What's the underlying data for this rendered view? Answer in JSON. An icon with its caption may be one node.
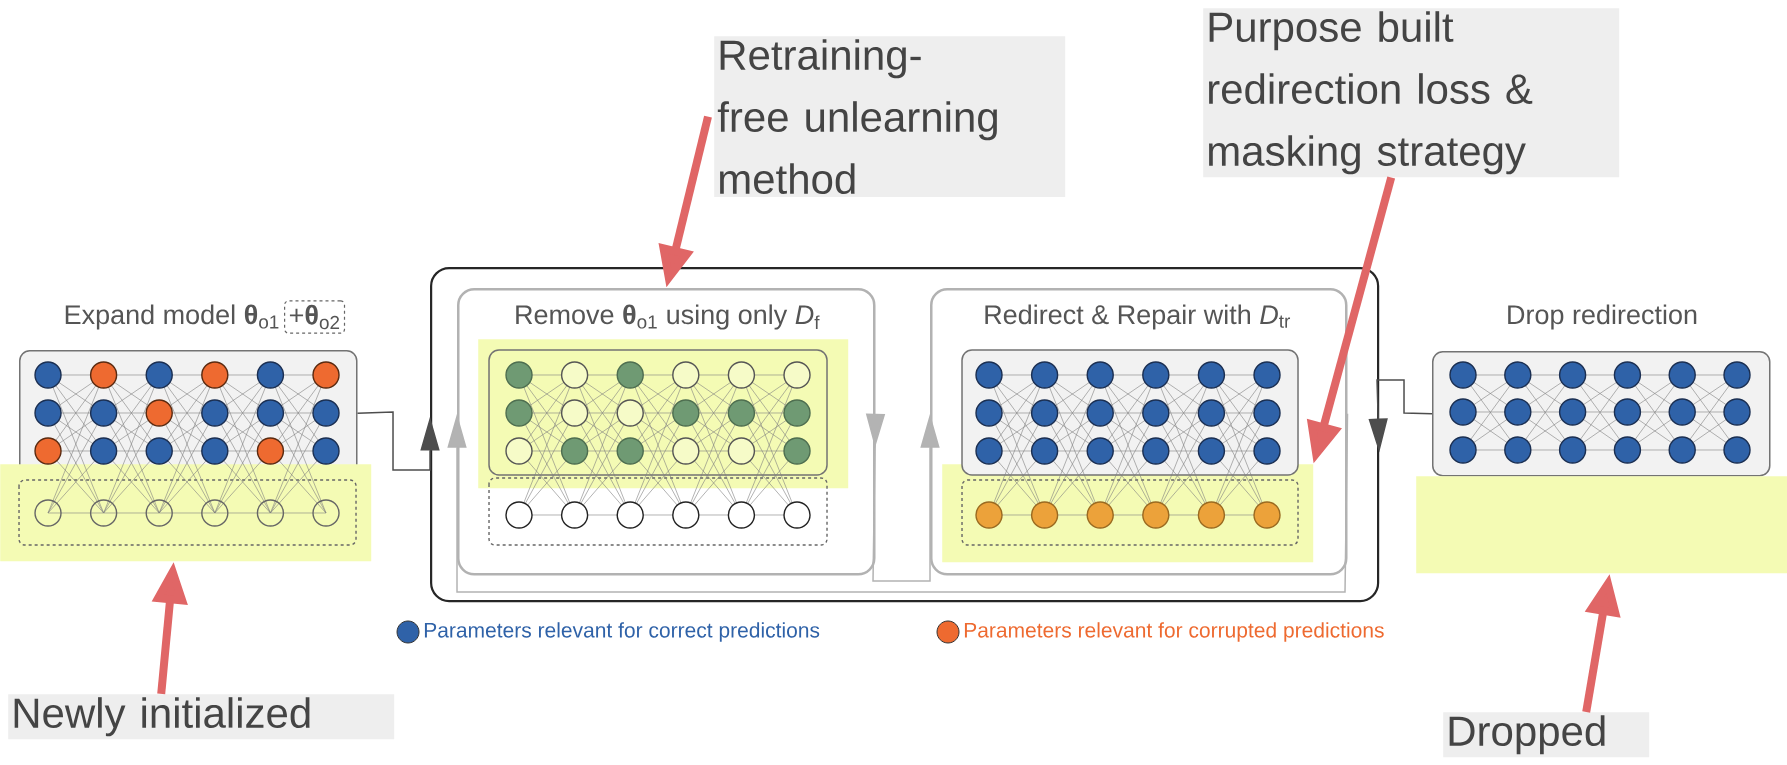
{
  "diagram": {
    "nodes": [
      {
        "text": [
          "Expand model **θ**$_{o1}$",
          "+**θ**$_{o2}$"
        ]
      },
      {
        "text": [],
        "shape": "box"
      },
      {
        "text": [
          "Remove **θ**$_{o1}$ using only *D*$_{f}$"
        ],
        "in": 1
      },
      {
        "text": [
          "Redirect & Repair with *D*$_{tr}$"
        ],
        "in": 1
      },
      {
        "text": [
          "Drop redirection"
        ]
      },
      {
        "text": [
          "Retraining-free unlearning method"
        ]
      },
      {
        "text": [
          "Purpose built redirection loss & masking strategy"
        ]
      },
      {
        "text": [
          "Newly initialized"
        ]
      },
      {
        "text": [
          "Dropped"
        ]
      },
      {
        "text": [],
        "shape": "box"
      },
      {
        "text": [],
        "shape": "box",
        "in": 2
      },
      {
        "text": [],
        "shape": "box",
        "in": 3
      },
      {
        "text": [],
        "shape": "box"
      }
    ],
    "edges": [
      {
        "from": 7,
        "to": 9,
        "arrow": "to",
        "style": "thick"
      },
      {
        "from": 5,
        "to": 2,
        "arrow": "to",
        "style": "thick"
      },
      {
        "from": 6,
        "to": 11,
        "arrow": "to",
        "style": "thick"
      },
      {
        "from": 8,
        "to": 12,
        "arrow": "to",
        "style": "thick"
      },
      {
        "from": 0,
        "to": 1,
        "arrow": "to",
        "color": "#4d4d4d"
      },
      {
        "from": 3,
        "to": 2,
        "arrow": "to",
        "color": "#b3b3b3"
      },
      {
        "from": 2,
        "to": 3,
        "arrow": "to",
        "color": "#b3b3b3"
      },
      {
        "from": 4,
        "to": 1,
        "arrow": "to",
        "color": "#4d4d4d"
      }
    ],
    "legend": [
      {
        "text": "Parameters relevant for correct predictions",
        "color": "#2f62a8"
      },
      {
        "text": "Parameters relevant for corrupted predictions",
        "color": "#ee6a30"
      }
    ]
  }
}
